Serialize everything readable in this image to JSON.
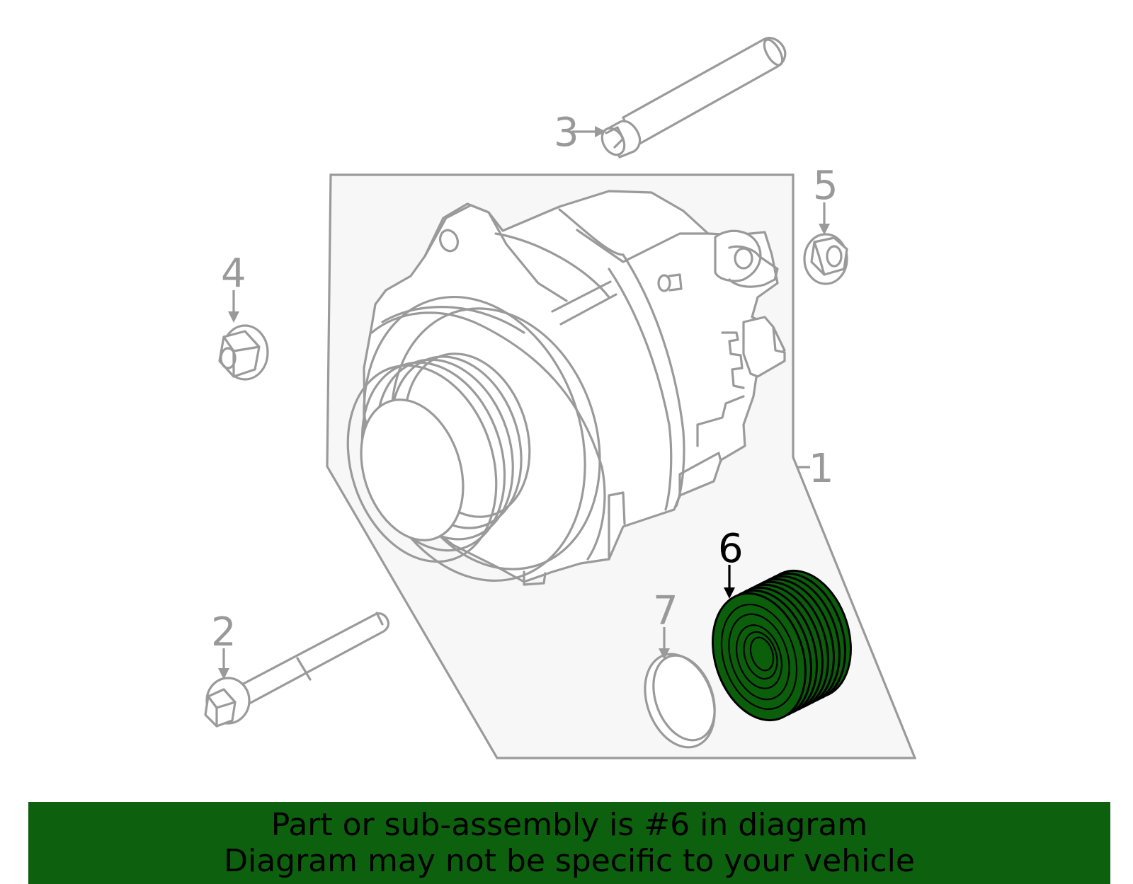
{
  "callouts": {
    "c1": "1",
    "c2": "2",
    "c3": "3",
    "c4": "4",
    "c5": "5",
    "c6": "6",
    "c7": "7"
  },
  "banner": {
    "line1": "Part or sub-assembly is #6 in diagram",
    "line2": "Diagram may not be specific to your vehicle"
  },
  "colors": {
    "highlight": "#0b5f0b",
    "banner": "#0d600d",
    "line": "#9a9a9a",
    "panel": "#f7f7f7"
  }
}
